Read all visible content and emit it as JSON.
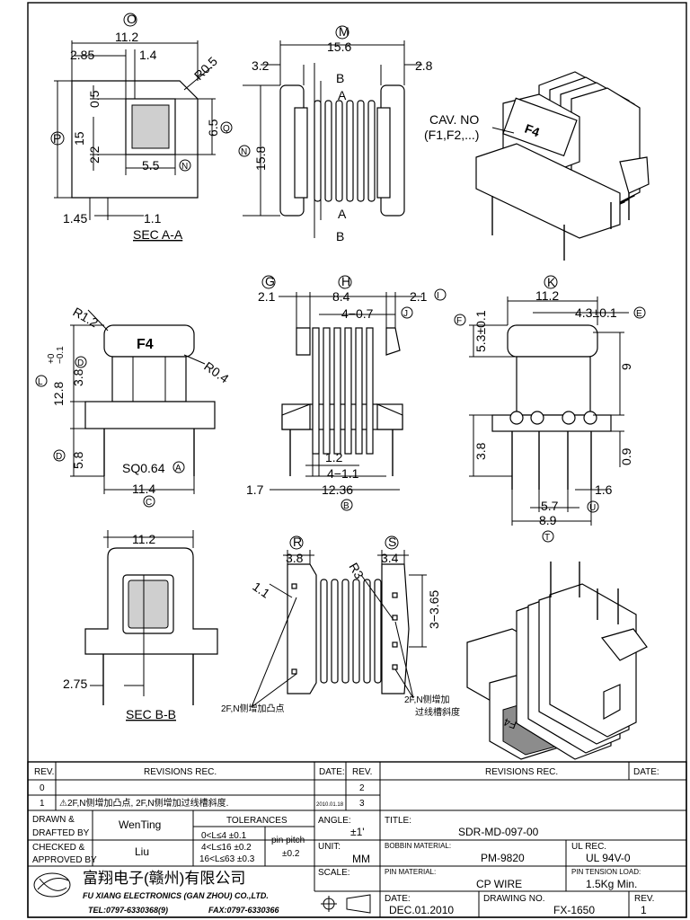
{
  "drawing": {
    "view_top": {
      "label_O": "O",
      "d_112": "11.2",
      "d_285": "2.85",
      "d_14": "1.4",
      "d_r05": "R0.5",
      "d_05": "0.5",
      "d_15": "15",
      "d_22": "2.2",
      "d_65": "6.5",
      "d_55": "5.5",
      "d_145": "1.45",
      "d_11": "1.1",
      "label_P": "P",
      "label_Q": "Q",
      "label_N2": "N",
      "sec": "SEC A-A"
    },
    "view_side": {
      "label_M": "M",
      "d_156": "15.6",
      "d_32": "3.2",
      "d_28": "2.8",
      "d_158": "15.8",
      "label_N": "N",
      "B1": "B",
      "A1": "A",
      "A2": "A",
      "B2": "B"
    },
    "view_iso1": {
      "cav1": "CAV. NO",
      "cav2": "(F1,F2,...)",
      "mark": "F4"
    },
    "view_front": {
      "label_G": "G",
      "label_H": "H",
      "label_I": "I",
      "label_J": "J",
      "d_21a": "2.1",
      "d_84": "8.4",
      "d_21b": "2.1",
      "d_407": "4−0.7",
      "d_12": "1.2",
      "d_411": "4−1.1",
      "d_17": "1.7",
      "d_1236": "12.36",
      "label_B": "B"
    },
    "view_left": {
      "r12": "R1.2",
      "mark": "F4",
      "r04": "R0.4",
      "label_L": "L",
      "d_128": "12.8",
      "tol_up": "+0",
      "tol_dn": "−0.1",
      "d_38": "3.8",
      "label_D": "D",
      "d_58": "5.8",
      "sq": "SQ0.64",
      "label_A": "A",
      "d_114": "11.4",
      "label_C": "C"
    },
    "view_right": {
      "label_K": "K",
      "d_112": "11.2",
      "label_F": "F",
      "d_53": "5.3±0.1",
      "d_43": "4.3±0.1",
      "label_E": "E",
      "d_9": "9",
      "d_38": "3.8",
      "d_09": "0.9",
      "d_57": "5.7",
      "d_16": "1.6",
      "d_89": "8.9",
      "label_T": "T",
      "label_U": "U"
    },
    "view_bottom": {
      "d_112": "11.2",
      "d_275": "2.75",
      "sec": "SEC B-B"
    },
    "view_pin": {
      "label_R": "R",
      "label_S": "S",
      "d_38": "3.8",
      "d_34": "3.4",
      "d_11": "1.1",
      "d_r3": "R3",
      "d_365": "3−3.65",
      "note1": "2F,N侧增加凸点",
      "note2a": "2F,N侧增加",
      "note2b": "过线槽斜度"
    }
  },
  "title_block": {
    "rev_hdr": "REV.",
    "revisions_hdr": "REVISIONS  REC.",
    "date_hdr": "DATE:",
    "rev_hdr2": "REV.",
    "revisions_hdr2": "REVISIONS  REC.",
    "date_hdr2": "DATE:",
    "row0_rev": "0",
    "row1_rev": "1",
    "row1_text": "⚠2F,N侧增加凸点, 2F,N侧增加过线槽斜度.",
    "row1_date": "2010.01.18",
    "row2_rev": "2",
    "row3_rev": "3",
    "drawn_lbl1": "DRAWN &",
    "drawn_lbl2": "DRAFTED BY",
    "drawn_by": "WenTing",
    "checked_lbl1": "CHECKED &",
    "checked_lbl2": "APPROVED BY",
    "checked_by": "Liu",
    "tol_hdr": "TOLERANCES",
    "tol1": "0<L≤4  ±0.1",
    "tol2": "4<L≤16 ±0.2",
    "tol3": "16<L≤63 ±0.3",
    "pin_pitch": "pin pitch",
    "pin_pitch_tol": "±0.2",
    "angle_lbl": "ANGLE:",
    "angle_val": "±1'",
    "unit_lbl": "UNIT:",
    "unit_val": "MM",
    "scale_lbl": "SCALE:",
    "title_lbl": "TITLE:",
    "title_val": "SDR-MD-097-00",
    "bobbin_lbl": "BOBBIN MATERIAL:",
    "bobbin_val": "PM-9820",
    "ulrec_lbl": "UL REC.",
    "ulrec_val": "UL 94V-0",
    "pinmat_lbl": "PIN MATERIAL:",
    "pinmat_val": "CP WIRE",
    "tension_lbl": "PIN TENSION LOAD:",
    "tension_val": "1.5Kg Min.",
    "date_lbl": "DATE:",
    "date_val": "DEC.01.2010",
    "dwgno_lbl": "DRAWING NO.",
    "dwgno_val": "FX-1650",
    "rev_lbl": "REV.",
    "rev_val": "1",
    "company_cn": "富翔电子(赣州)有限公司",
    "company_en": "FU XIANG ELECTRONICS (GAN ZHOU) CO.,LTD.",
    "tel": "TEL:0797-6330368(9)",
    "fax": "FAX:0797-6330366"
  }
}
